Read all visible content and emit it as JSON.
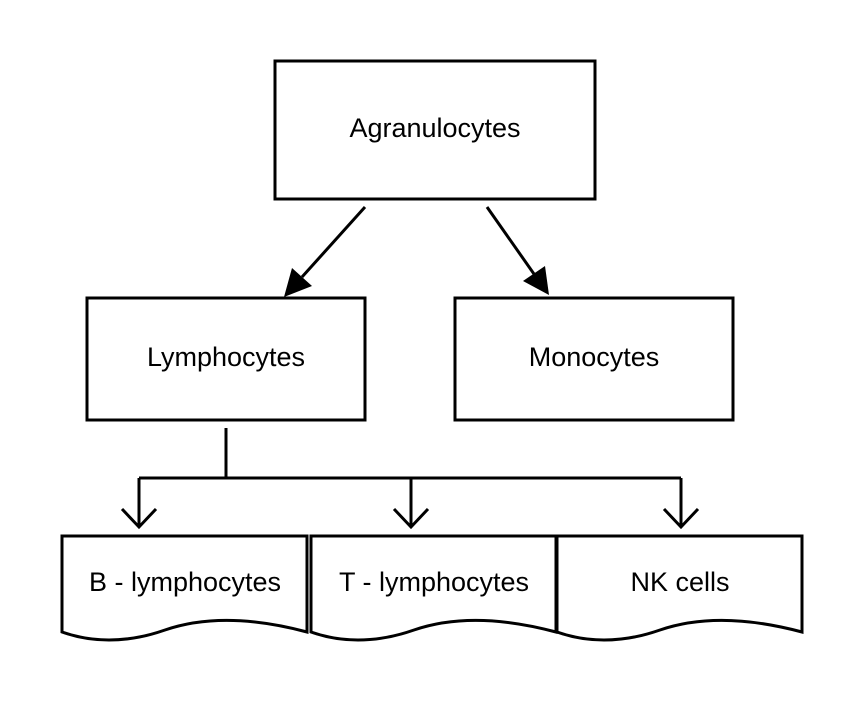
{
  "diagram": {
    "nodes": {
      "agranulocytes": "Agranulocytes",
      "lymphocytes": "Lymphocytes",
      "monocytes": "Monocytes",
      "b_lymphocytes": "B - lymphocytes",
      "t_lymphocytes": "T - lymphocytes",
      "nk_cells": "NK cells"
    },
    "edges": [
      {
        "from": "Agranulocytes",
        "to": "Lymphocytes"
      },
      {
        "from": "Agranulocytes",
        "to": "Monocytes"
      },
      {
        "from": "Lymphocytes",
        "to": "B - lymphocytes"
      },
      {
        "from": "Lymphocytes",
        "to": "T - lymphocytes"
      },
      {
        "from": "Lymphocytes",
        "to": "NK cells"
      }
    ],
    "colors": {
      "stroke": "#000000",
      "fill": "#ffffff"
    }
  }
}
